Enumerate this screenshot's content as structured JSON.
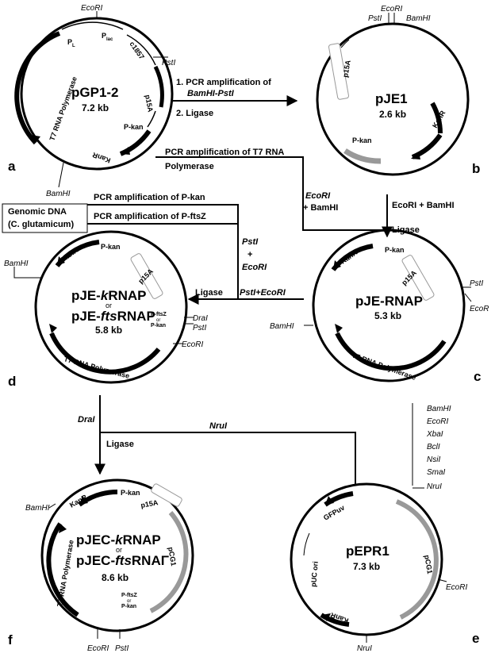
{
  "plasmids": {
    "a": {
      "panel": "a",
      "name": "pGP1-2",
      "size": "7.2 kb",
      "genes": {
        "t7rnap": "T7 RNA Polymerase",
        "pl": "P",
        "pl_sub": "L",
        "plac": "P",
        "plac_sub": "lac",
        "c1857": "c1857",
        "p15a": "p15A",
        "pkan": "P-kan",
        "kanr": "KanR"
      },
      "sites": {
        "ecori": "EcoRI",
        "psti": "PstI",
        "bamhi": "BamHI"
      }
    },
    "b": {
      "panel": "b",
      "name": "pJE1",
      "size": "2.6 kb",
      "genes": {
        "p15a": "p15A",
        "pkan": "P-kan",
        "kanr": "KanR"
      },
      "sites": {
        "psti": "PstI",
        "ecori": "EcoRI",
        "bamhi": "BamHI"
      }
    },
    "c": {
      "panel": "c",
      "name": "pJE-RNAP",
      "size": "5.3 kb",
      "genes": {
        "kanr": "KanR",
        "pkan": "P-kan",
        "p15a": "p15A",
        "t7rnap": "T7 RNA Polymerase"
      },
      "sites": {
        "psti": "PstI",
        "ecori": "EcoR",
        "bamhi": "BamHI"
      }
    },
    "d": {
      "panel": "d",
      "name1_pre": "pJE-",
      "name1_it": "k",
      "name1_post": "RNAP",
      "or": "or",
      "name2_pre": "pJE-",
      "name2_it": "fts",
      "name2_post": "RNAP",
      "size": "5.8 kb",
      "genes": {
        "kanr": "KanR",
        "pkan": "P-kan",
        "p15a": "p15A",
        "pftsz": "P-ftsZ",
        "or": "or",
        "pkan2": "P-kan",
        "t7rnap": "T7 RNA Polymerase"
      },
      "sites": {
        "bamhi": "BamHI",
        "drai": "DraI",
        "psti": "PstI",
        "ecori": "EcoRI"
      }
    },
    "e": {
      "panel": "e",
      "name": "pEPR1",
      "size": "7.3 kb",
      "genes": {
        "gfpuv": "GFPuv",
        "puc": "pUC ori",
        "pcg1": "pCG1",
        "kanr": "KanR"
      },
      "sites": {
        "nrui_top": "NruI",
        "ecori": "EcoRI",
        "nrui_bottom": "NruI"
      },
      "mcs": [
        "BamHI",
        "EcoRI",
        "XbaI",
        "BclI",
        "NsiI",
        "SmaI"
      ]
    },
    "f": {
      "panel": "f",
      "name1_pre": "pJEC-",
      "name1_it": "k",
      "name1_post": "RNAP",
      "or": "or",
      "name2_pre": "pJEC-",
      "name2_it": "fts",
      "name2_post": "RNAΓ",
      "size": "8.6 kb",
      "genes": {
        "kanr": "KanR",
        "pkan": "P-kan",
        "p15a": "p15A",
        "pftsz": "P-ftsZ",
        "or": "or",
        "pkan2": "P-kan",
        "t7rnap": "T7 RNA Polymerase",
        "pcg1": "pCG1"
      },
      "sites": {
        "bamhi": "BamHI",
        "ecori": "EcoRI",
        "psti": "PstI"
      }
    }
  },
  "steps": {
    "a_to_b_1_pre": "1. PCR amplification of",
    "a_to_b_1_sites": "BamHI-PstI",
    "a_to_b_2": "2. Ligase",
    "t7_pcr_1": "PCR amplification of T7 RNA",
    "t7_pcr_2": "Polymerase",
    "ecori_bamhi_left_1": "EcoRI",
    "ecori_bamhi_left_2": "+ BamHI",
    "ecori_bamhi_right": "EcoRI + BamHI",
    "ligase_c": "Ligase",
    "pcr_pkan": "PCR amplification of P-kan",
    "pcr_pftsz": "PCR amplification of P-ftsZ",
    "genomic_1": "Genomic DNA",
    "genomic_2": "(C. glutamicum)",
    "pst_ecori_1": "PstI",
    "pst_ecori_2": "+",
    "pst_ecori_3": "EcoRI",
    "ligase_d": "Ligase",
    "psti_ecori_d": "PstI+EcoRI",
    "drai": "DraI",
    "ligase_f": "Ligase",
    "nrui": "NruI"
  }
}
